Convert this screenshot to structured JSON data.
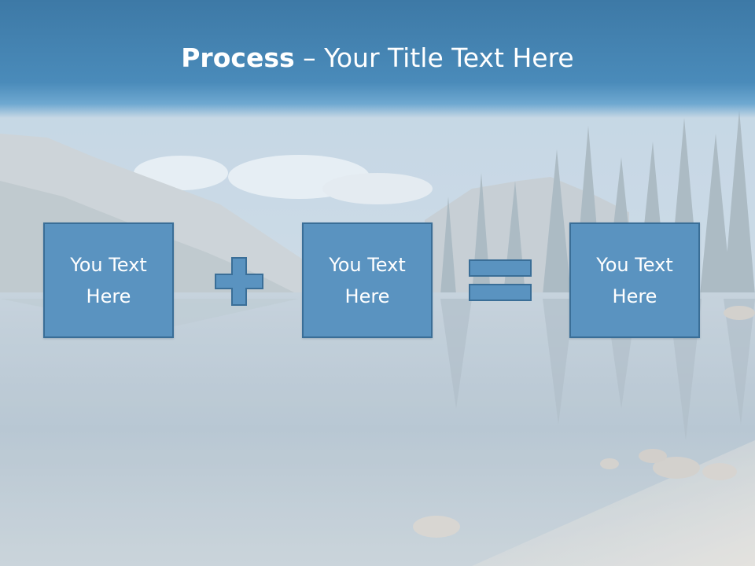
{
  "slide": {
    "title_bold": "Process",
    "title_rest": " – Your Title Text Here"
  },
  "process": {
    "box1_text": "You Text Here",
    "operator1": "plus-icon",
    "box2_text": "You Text Here",
    "operator2": "equals-icon",
    "box3_text": "You Text Here"
  },
  "colors": {
    "title_bar": "#3d79a6",
    "box_fill": "#5a93c0",
    "box_border": "#3a6e97",
    "text": "#ffffff"
  }
}
